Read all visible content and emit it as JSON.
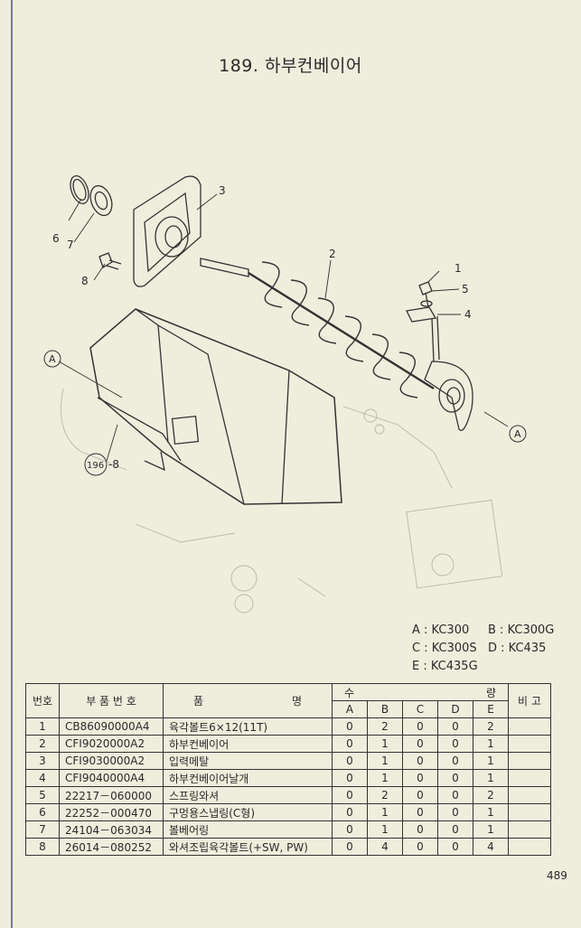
{
  "title": "189. 하부컨베이어",
  "callouts": {
    "c1": "1",
    "c2": "2",
    "c3": "3",
    "c4": "4",
    "c5": "5",
    "c6": "6",
    "c7": "7",
    "c8": "8",
    "ref_a": "A",
    "ref_196": "196",
    "ref_196_suffix": "-8"
  },
  "models": {
    "a": "A : KC300",
    "b": "B : KC300G",
    "c": "C : KC300S",
    "d": "D : KC435",
    "e": "E : KC435G"
  },
  "table": {
    "headers": {
      "no": "번호",
      "part_no": "부 품 번 호",
      "name_left": "품",
      "name_right": "명",
      "qty_left": "수",
      "qty_right": "량",
      "remarks": "비 고",
      "cols": [
        "A",
        "B",
        "C",
        "D",
        "E"
      ]
    },
    "rows": [
      {
        "no": "1",
        "part_no": "CB86090000A4",
        "name": "육각볼트6×12(11T)",
        "a": "0",
        "b": "2",
        "c": "0",
        "d": "0",
        "e": "2"
      },
      {
        "no": "2",
        "part_no": "CFI9020000A2",
        "name": "하부컨베이어",
        "a": "0",
        "b": "1",
        "c": "0",
        "d": "0",
        "e": "1"
      },
      {
        "no": "3",
        "part_no": "CFI9030000A2",
        "name": "입력메탈",
        "a": "0",
        "b": "1",
        "c": "0",
        "d": "0",
        "e": "1"
      },
      {
        "no": "4",
        "part_no": "CFI9040000A4",
        "name": "하부컨베이어날개",
        "a": "0",
        "b": "1",
        "c": "0",
        "d": "0",
        "e": "1"
      },
      {
        "no": "5",
        "part_no": "22217－060000",
        "name": "스프링와셔",
        "a": "0",
        "b": "2",
        "c": "0",
        "d": "0",
        "e": "2"
      },
      {
        "no": "6",
        "part_no": "22252－000470",
        "name": "구멍용스냅링(C형)",
        "a": "0",
        "b": "1",
        "c": "0",
        "d": "0",
        "e": "1"
      },
      {
        "no": "7",
        "part_no": "24104－063034",
        "name": "볼베어링",
        "a": "0",
        "b": "1",
        "c": "0",
        "d": "0",
        "e": "1"
      },
      {
        "no": "8",
        "part_no": "26014－080252",
        "name": "와셔조립육각볼트(+SW, PW)",
        "a": "0",
        "b": "4",
        "c": "0",
        "d": "0",
        "e": "4"
      }
    ]
  },
  "page_number": "489"
}
